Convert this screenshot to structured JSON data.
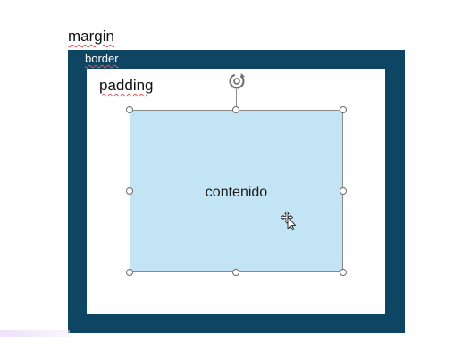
{
  "labels": {
    "margin": "margin",
    "border": "border",
    "padding": "padding",
    "content": "contenido"
  },
  "colors": {
    "border_fill": "#0e4562",
    "content_fill": "#c3e4f4",
    "spellcheck_underline": "#e0525a",
    "page_background": "#ffffff"
  },
  "icons": {
    "rotate": "rotate-handle-icon",
    "cursor": "move-cursor-icon"
  }
}
